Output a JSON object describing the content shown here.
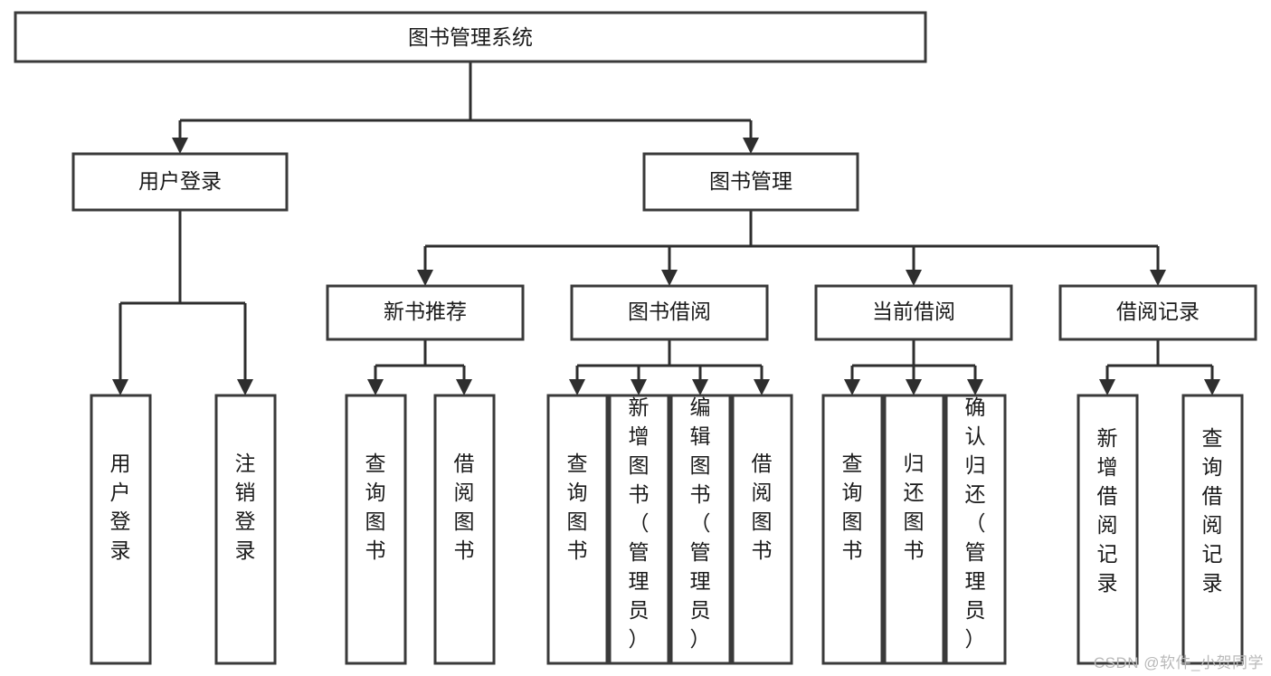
{
  "diagram": {
    "type": "tree",
    "title": "图书管理系统",
    "watermark": "CSDN @软件_小贺同学",
    "colors": {
      "box_stroke": "#3a3a3a",
      "connector": "#2e2e2e",
      "box_fill": "#ffffff",
      "text": "#1a1a1a",
      "watermark": "#b9b9b9"
    },
    "levels": {
      "root": {
        "label": "图书管理系统",
        "orientation": "horizontal"
      },
      "level2": [
        {
          "label": "用户登录",
          "orientation": "horizontal"
        },
        {
          "label": "图书管理",
          "orientation": "horizontal"
        }
      ],
      "level3": [
        {
          "label": "新书推荐",
          "orientation": "horizontal",
          "parent": "图书管理"
        },
        {
          "label": "图书借阅",
          "orientation": "horizontal",
          "parent": "图书管理"
        },
        {
          "label": "当前借阅",
          "orientation": "horizontal",
          "parent": "图书管理"
        },
        {
          "label": "借阅记录",
          "orientation": "horizontal",
          "parent": "图书管理"
        }
      ],
      "leaves": [
        {
          "label": "用户登录",
          "orientation": "vertical",
          "parent": "用户登录"
        },
        {
          "label": "注销登录",
          "orientation": "vertical",
          "parent": "用户登录"
        },
        {
          "label": "查询图书",
          "orientation": "vertical",
          "parent": "新书推荐"
        },
        {
          "label": "借阅图书",
          "orientation": "vertical",
          "parent": "新书推荐"
        },
        {
          "label": "查询图书",
          "orientation": "vertical",
          "parent": "图书借阅"
        },
        {
          "label": "新增图书（管理员）",
          "orientation": "vertical",
          "parent": "图书借阅"
        },
        {
          "label": "编辑图书（管理员）",
          "orientation": "vertical",
          "parent": "图书借阅"
        },
        {
          "label": "借阅图书",
          "orientation": "vertical",
          "parent": "图书借阅"
        },
        {
          "label": "查询图书",
          "orientation": "vertical",
          "parent": "当前借阅"
        },
        {
          "label": "归还图书",
          "orientation": "vertical",
          "parent": "当前借阅"
        },
        {
          "label": "确认归还（管理员）",
          "orientation": "vertical",
          "parent": "当前借阅"
        },
        {
          "label": "新增借阅记录",
          "orientation": "vertical",
          "parent": "借阅记录"
        },
        {
          "label": "查询借阅记录",
          "orientation": "vertical",
          "parent": "借阅记录"
        }
      ]
    }
  }
}
